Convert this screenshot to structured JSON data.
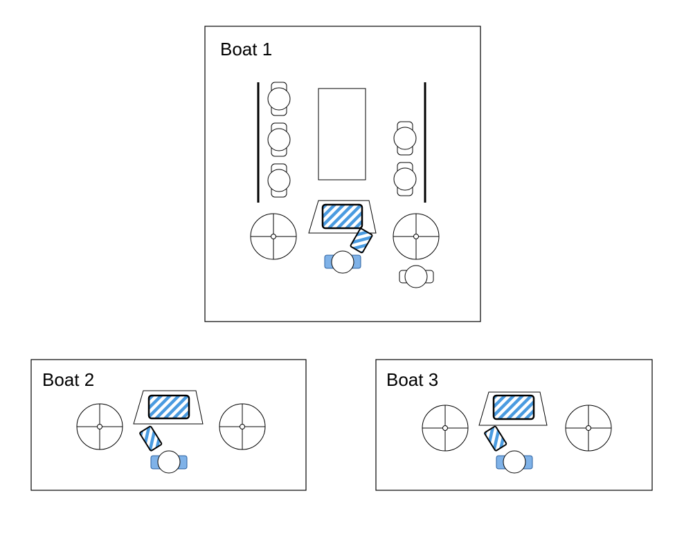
{
  "boats": [
    {
      "id": "boat-1",
      "title": "Boat 1"
    },
    {
      "id": "boat-2",
      "title": "Boat 2"
    },
    {
      "id": "boat-3",
      "title": "Boat 3"
    }
  ],
  "colors": {
    "accent_fill": "#7fb2e8",
    "hatch_stripe": "#4a9be0",
    "stroke": "#000000",
    "background": "#ffffff"
  }
}
